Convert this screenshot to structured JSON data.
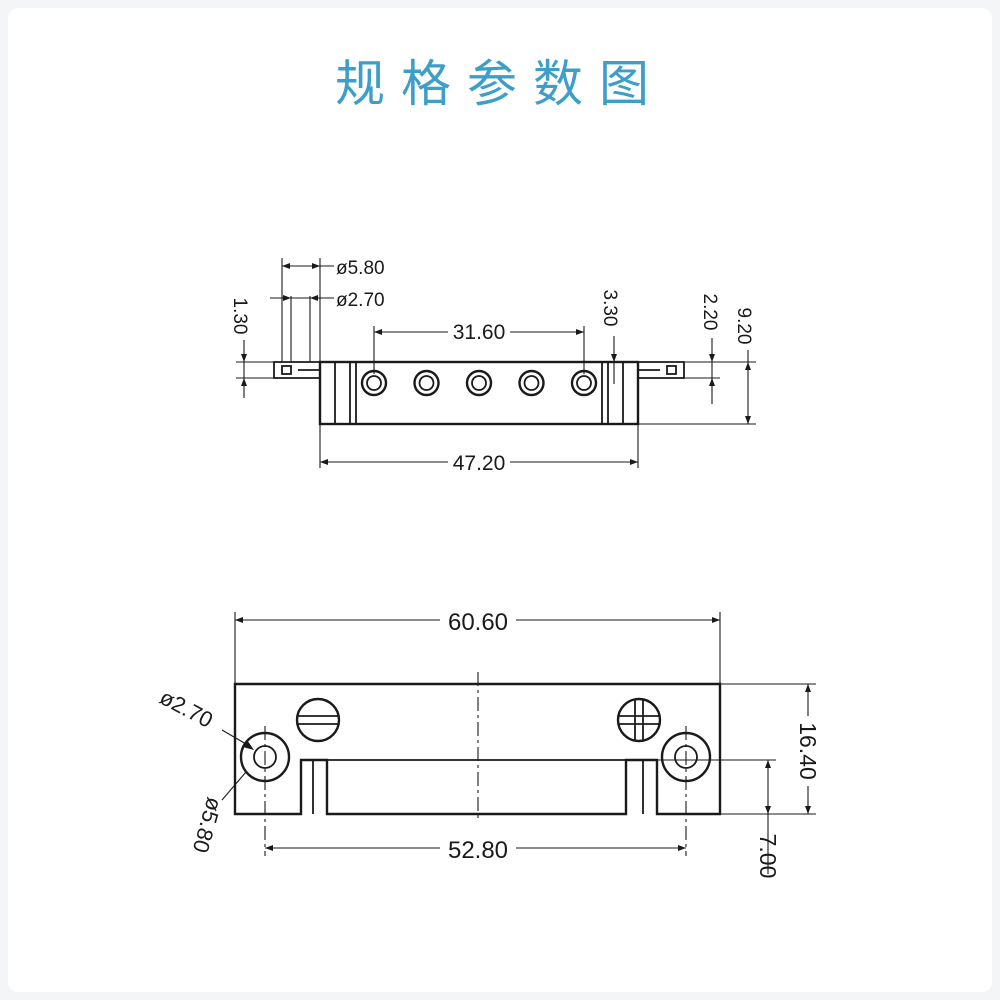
{
  "page": {
    "title": "规格参数图",
    "title_color": "#3d9fc7",
    "line_color": "#1a1a1a"
  },
  "top_view": {
    "dimensions": {
      "d_outer": "ø5.80",
      "d_inner": "ø2.70",
      "h_flange": "1.30",
      "pitch_span": "31.60",
      "h_step": "3.30",
      "h_top": "2.20",
      "h_total": "9.20",
      "w_body": "47.20"
    },
    "terminal_count": 5
  },
  "bottom_view": {
    "dimensions": {
      "w_total": "60.60",
      "d_inner": "ø2.70",
      "d_outer": "ø5.80",
      "h_total": "16.40",
      "w_holes": "52.80",
      "h_slot": "7.00"
    },
    "screws": [
      "slotted",
      "phillips"
    ]
  }
}
